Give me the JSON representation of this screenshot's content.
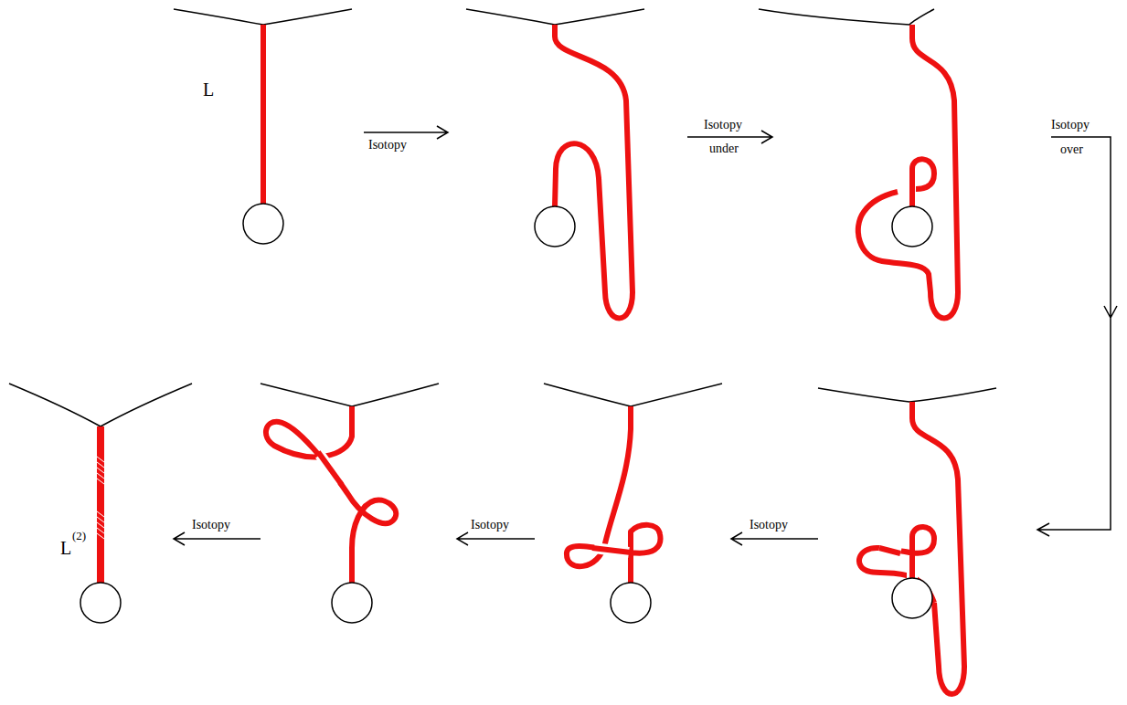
{
  "diagram": {
    "labels": [
      "L",
      "Isotopy",
      "Isotopy",
      "under",
      "Isotopy",
      "over",
      "Isotopy",
      "Isotopy",
      "Isotopy",
      "L",
      "(2)"
    ]
  }
}
